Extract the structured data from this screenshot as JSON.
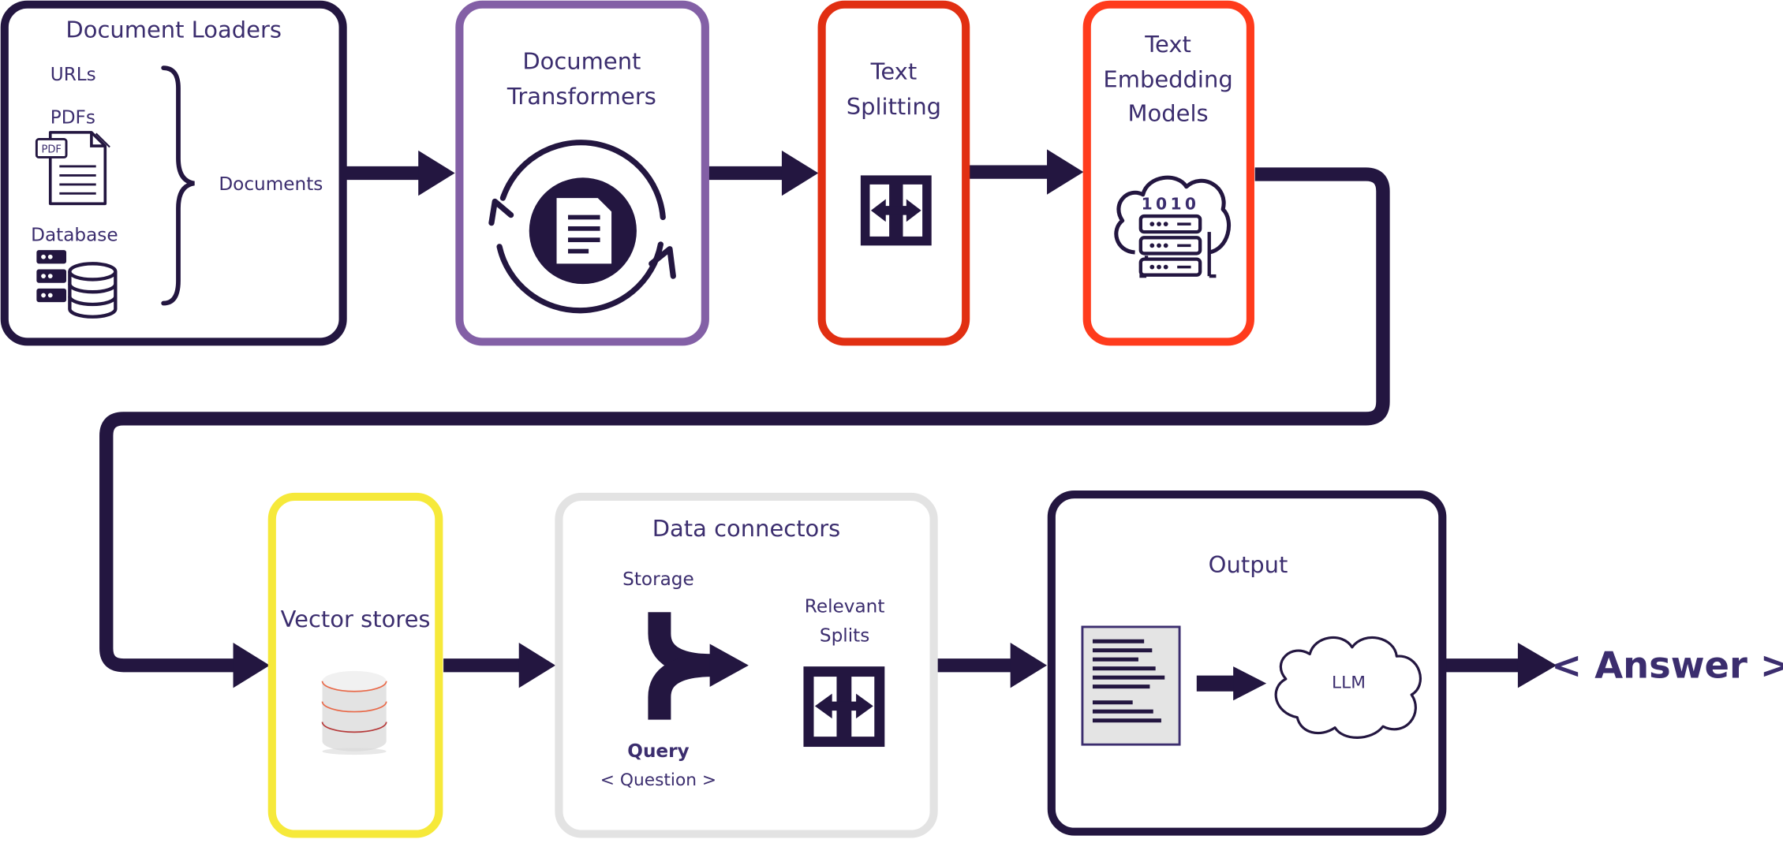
{
  "colors": {
    "ink": "#231640",
    "label": "#3b2d6e",
    "loaders_border": "#231640",
    "transformers_border": "#8360a6",
    "splitting_border": "#e12f12",
    "embedding_border": "#ff3b1c",
    "vector_border": "#f6e93a",
    "connectors_border": "#e3e3e3",
    "output_border": "#231640"
  },
  "loaders": {
    "title": "Document Loaders",
    "urls": "URLs",
    "pdfs": "PDFs",
    "pdf_badge": "PDF",
    "database": "Database",
    "documents": "Documents"
  },
  "transformers": {
    "line1": "Document",
    "line2": "Transformers"
  },
  "splitting": {
    "line1": "Text",
    "line2": "Splitting"
  },
  "embedding": {
    "line1": "Text",
    "line2": "Embedding",
    "line3": "Models",
    "binary": "1010"
  },
  "vector": {
    "title": "Vector stores"
  },
  "connectors": {
    "title": "Data connectors",
    "storage": "Storage",
    "relevant_line1": "Relevant",
    "relevant_line2": "Splits",
    "query": "Query",
    "question": "< Question >"
  },
  "output": {
    "title": "Output",
    "llm": "LLM"
  },
  "answer": "< Answer >"
}
